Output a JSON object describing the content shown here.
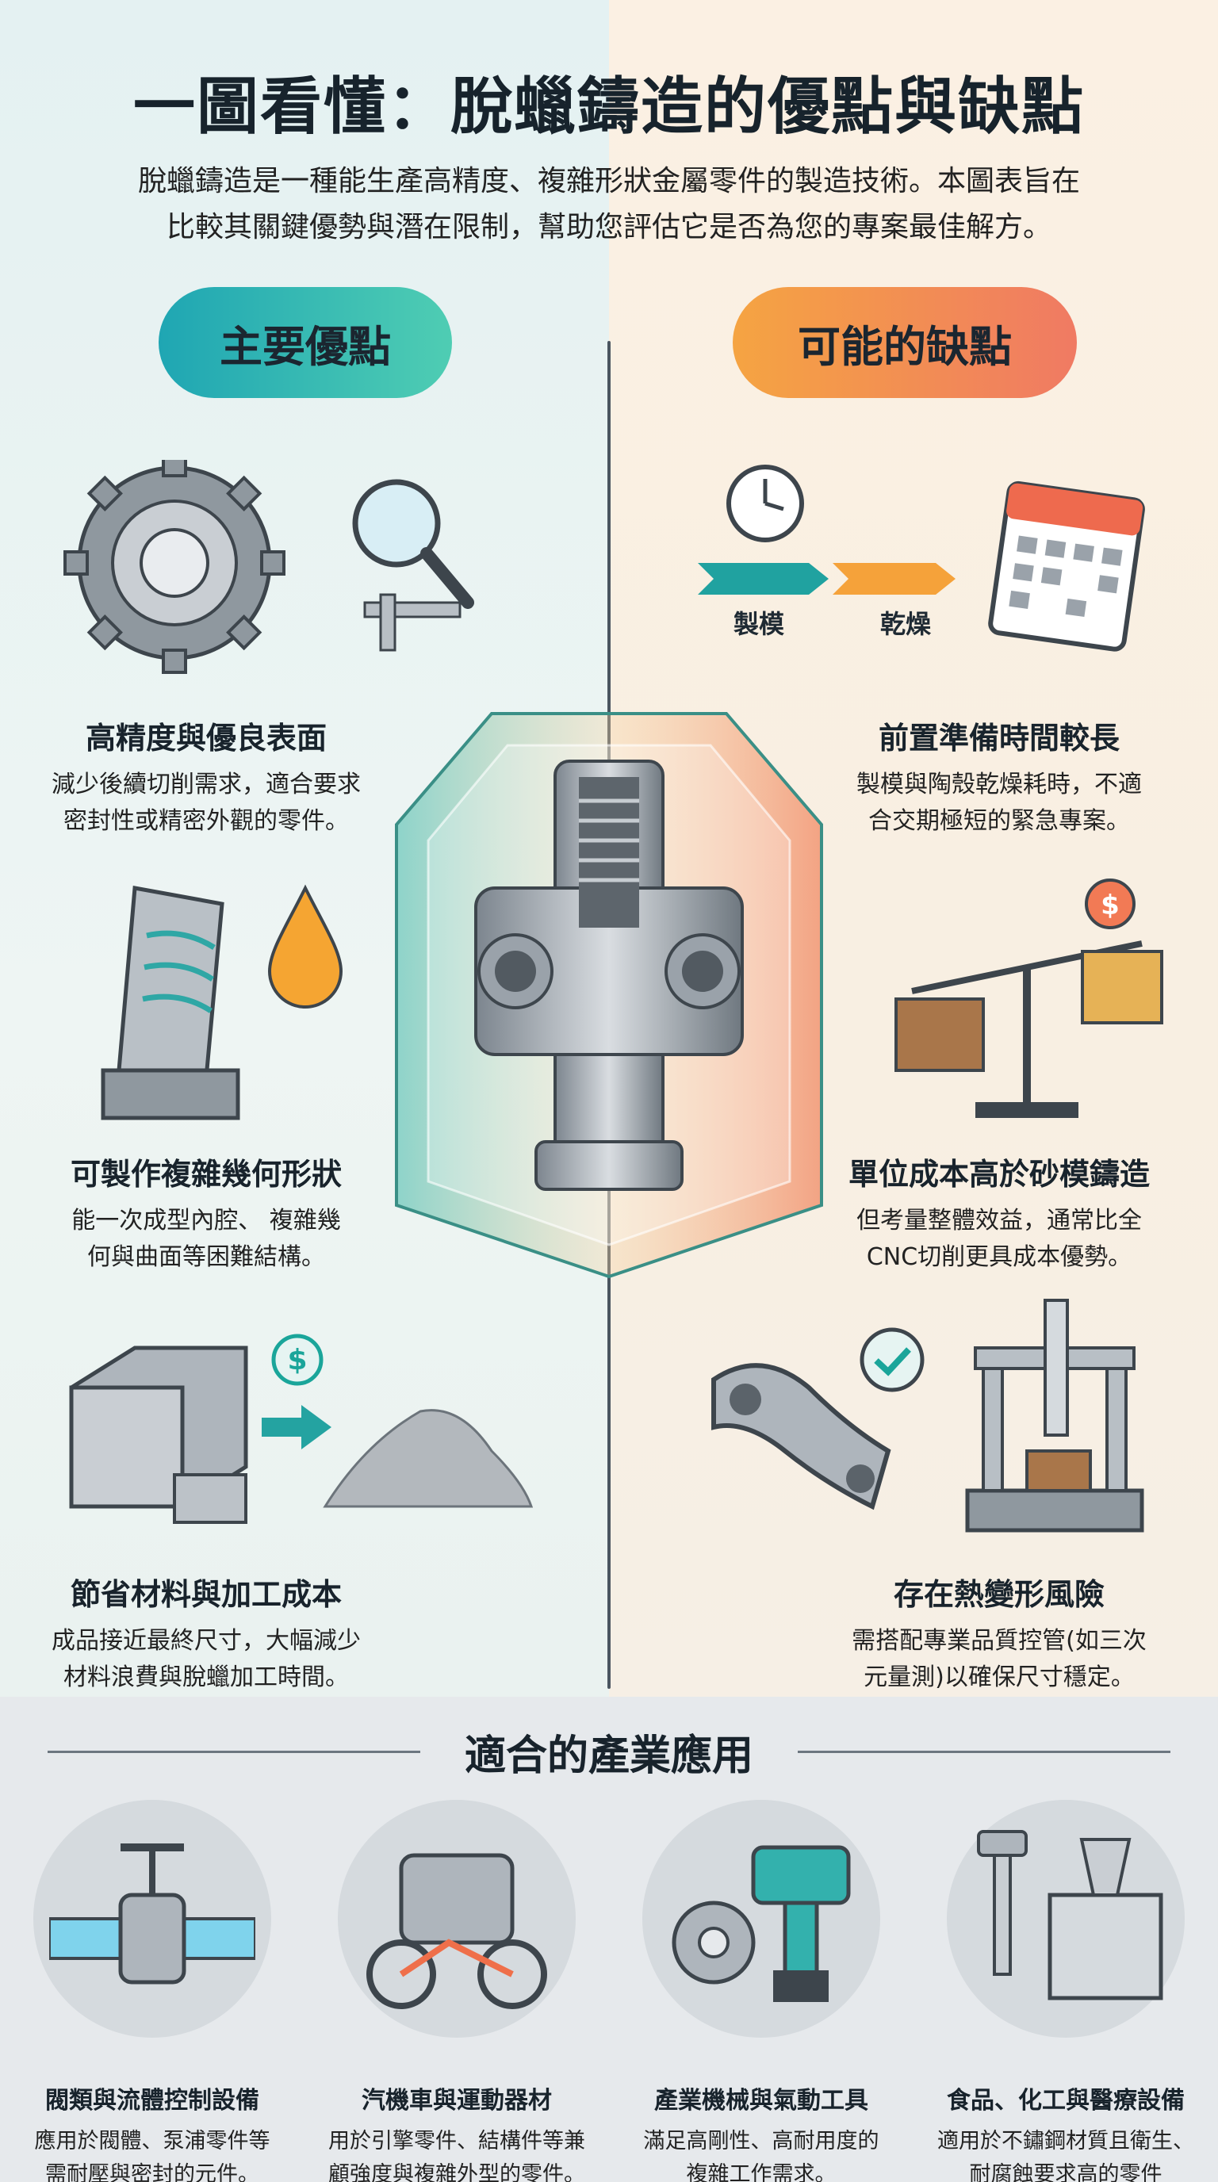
{
  "title": "一圖看懂：脫蠟鑄造的優點與缺點",
  "intro": {
    "line1": "脫蠟鑄造是一種能生產高精度、複雜形狀金屬零件的製造技術。本圖表旨在",
    "line2": "比較其關鍵優勢與潛在限制，幫助您評估它是否為您的專案最佳解方。"
  },
  "pros": {
    "heading": "主要優點",
    "items": [
      {
        "title": "高精度與優良表面",
        "line1": "減少後續切削需求，適合要求",
        "line2": "密封性或精密外觀的零件。"
      },
      {
        "title": "可製作複雜幾何形狀",
        "line1": "能一次成型內腔、 複雜幾",
        "line2": "何與曲面等困難結構。"
      },
      {
        "title": "節省材料與加工成本",
        "line1": "成品接近最終尺寸，大幅減少",
        "line2": "材料浪費與脫蠟加工時間。"
      }
    ]
  },
  "cons": {
    "heading": "可能的缺點",
    "items": [
      {
        "title": "前置準備時間較長",
        "line1": "製模與陶殼乾燥耗時，不適",
        "line2": "合交期極短的緊急專案。"
      },
      {
        "title": "單位成本高於砂模鑄造",
        "line1": "但考量整體效益，通常比全",
        "line2": "CNC切削更具成本優勢。"
      },
      {
        "title": "存在熱變形風險",
        "line1": "需搭配專業品質控管(如三次",
        "line2": "元量測)以確保尺寸穩定。"
      }
    ]
  },
  "timeline": {
    "step1": "製模",
    "step2": "乾燥"
  },
  "industries": {
    "heading": "適合的產業應用",
    "items": [
      {
        "title": "閥類與流體控制設備",
        "line1": "應用於閥體、泵浦零件等",
        "line2": "需耐壓與密封的元件。"
      },
      {
        "title": "汽機車與運動器材",
        "line1": "用於引擎零件、結構件等兼",
        "line2": "顧強度與複雜外型的零件。"
      },
      {
        "title": "產業機械與氣動工具",
        "line1": "滿足高剛性、高耐用度的",
        "line2": "複雜工作需求。"
      },
      {
        "title": "食品、化工與醫療設備",
        "line1": "適用於不鏽鋼材質且衛生、",
        "line2": "耐腐蝕要求高的零件"
      }
    ]
  },
  "colors": {
    "pro_accent": "#1fa6b3",
    "con_accent": "#f07a63",
    "dollar": "#1aa59a"
  }
}
